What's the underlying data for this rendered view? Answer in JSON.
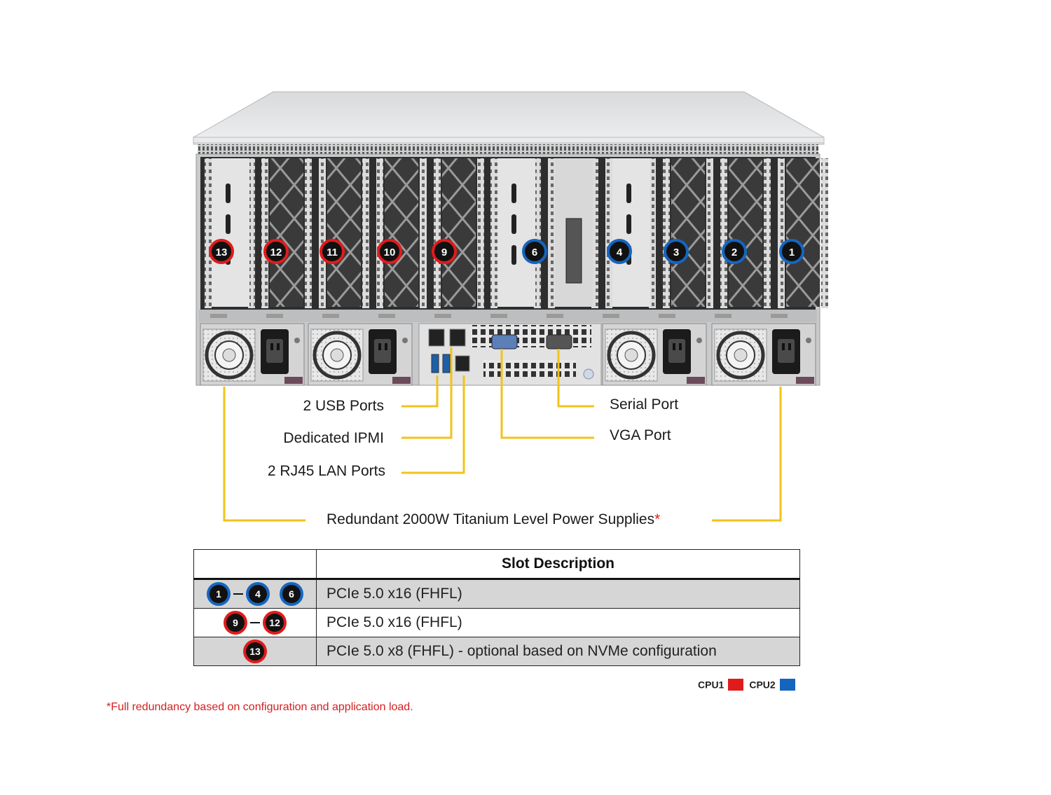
{
  "callouts": {
    "usb": "2 USB Ports",
    "ipmi": "Dedicated IPMI",
    "lan": "2 RJ45 LAN Ports",
    "serial": "Serial Port",
    "vga": "VGA Port",
    "psu": "Redundant 2000W Titanium Level Power Supplies",
    "psu_asterisk": "*"
  },
  "slot_badges": [
    {
      "label": "13",
      "cpu": "CPU1"
    },
    {
      "label": "12",
      "cpu": "CPU1"
    },
    {
      "label": "11",
      "cpu": "CPU1"
    },
    {
      "label": "10",
      "cpu": "CPU1"
    },
    {
      "label": "9",
      "cpu": "CPU1"
    },
    {
      "label": "6",
      "cpu": "CPU2"
    },
    {
      "label": "4",
      "cpu": "CPU2"
    },
    {
      "label": "3",
      "cpu": "CPU2"
    },
    {
      "label": "2",
      "cpu": "CPU2"
    },
    {
      "label": "1",
      "cpu": "CPU2"
    }
  ],
  "table": {
    "header": "Slot Description",
    "rows": [
      {
        "badges": [
          "1",
          "4",
          "6"
        ],
        "description": "PCIe 5.0 x16 (FHFL)"
      },
      {
        "badges": [
          "9",
          "12"
        ],
        "description": "PCIe 5.0 x16 (FHFL)"
      },
      {
        "badges": [
          "13"
        ],
        "description": "PCIe 5.0 x8 (FHFL) - optional based on NVMe configuration"
      }
    ]
  },
  "legend": {
    "cpu1": "CPU1",
    "cpu2": "CPU2"
  },
  "colors": {
    "cpu1": "#e01b1b",
    "cpu2": "#1565c0",
    "callout_line": "#f2c31a"
  },
  "footnote": "*Full redundancy based on configuration and application load."
}
